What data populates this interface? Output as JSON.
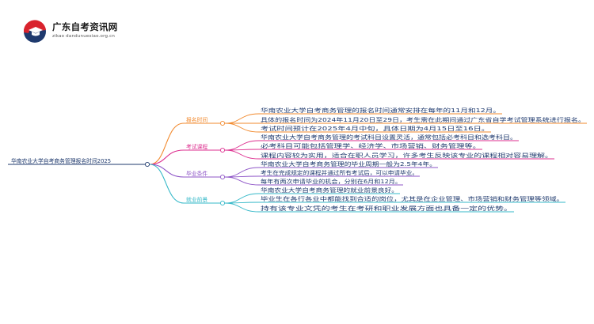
{
  "site": {
    "name": "广东自考资讯网",
    "domain": "zikao dandunuexiao.org.cn",
    "colors": {
      "red": "#d9232d",
      "navy": "#1f3a6e"
    }
  },
  "mindmap": {
    "root": "华南农业大学自考商务管理报名时间2025",
    "branches": [
      {
        "label": "报名时间",
        "color": "#f28a2e",
        "items": [
          "华南农业大学自考商务管理的报名时间通常安排在每年的11月和12月。",
          "具体的报名时间为2024年11月20日至29日，考生需在此期间通过广东省自学考试管理系统进行报名。",
          "考试时间预计在2025年4月中旬，具体日期为4月15日至16日。"
        ]
      },
      {
        "label": "考试课程",
        "color": "#dd2f8f",
        "items": [
          "华南农业大学自考商务管理的考试科目设置灵活，通常包括必考科目和选考科目。",
          "必考科目可能包括管理学、经济学、市场营销、财务管理等。",
          "课程内容较为实用，适合在职人员学习，许多考生反映该专业的课程相对容易理解。"
        ]
      },
      {
        "label": "毕业条件",
        "color": "#8e55c7",
        "items": [
          "华南农业大学自考商务管理的毕业周期一般为2.5年4年。",
          "考生在完成规定的课程并通过所有考试后，可以申请毕业。",
          "每年有两次申请毕业的机会，分别在6月和12月。"
        ]
      },
      {
        "label": "就业前景",
        "color": "#34b8c8",
        "items": [
          "华南农业大学自考商务管理的就业前景良好。",
          "毕业生在各行各业中都能找到合适的岗位，尤其是在企业管理、市场营销和财务管理等领域。",
          "持有该专业文凭的考生在考研和职业发展方面也具备一定的优势。"
        ]
      }
    ]
  }
}
